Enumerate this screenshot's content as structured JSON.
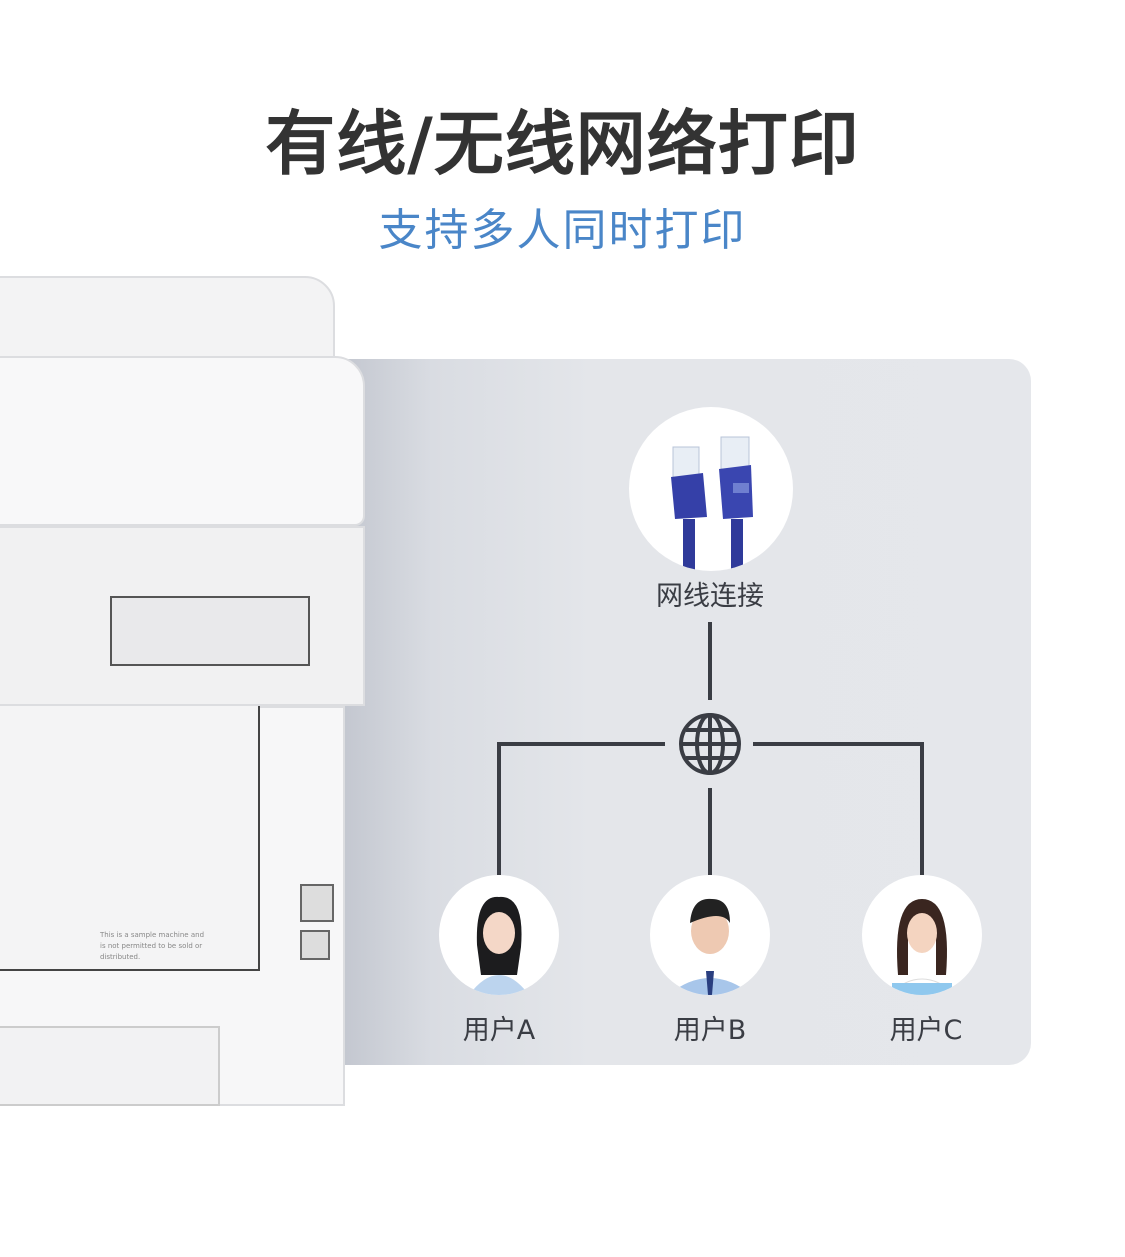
{
  "header": {
    "title": "有线/无线网络打印",
    "subtitle": "支持多人同时打印"
  },
  "network": {
    "cable_label": "网线连接",
    "hub_icon": "globe-icon",
    "users": [
      {
        "label": "用户A"
      },
      {
        "label": "用户B"
      },
      {
        "label": "用户C"
      }
    ]
  },
  "printer": {
    "sticker_text": "This is a sample machine and is not permitted to be sold or distributed."
  },
  "colors": {
    "title": "#333333",
    "subtitle": "#4a86c8",
    "line": "#3a3d44",
    "panel": "#e4e6ea",
    "cable": "#2f3a9a"
  }
}
